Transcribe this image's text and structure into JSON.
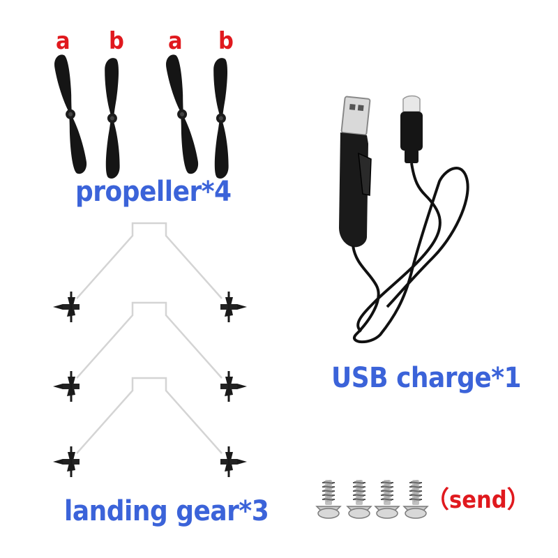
{
  "propellers": {
    "letters": [
      "a",
      "b",
      "a",
      "b"
    ],
    "caption": "propeller*4"
  },
  "usb": {
    "caption": "USB charge*1"
  },
  "landing_gear": {
    "caption": "landing gear*3"
  },
  "screws": {
    "caption": "（send）"
  },
  "colors": {
    "caption_blue": "#3b63d9",
    "label_red": "#e0191e",
    "part_black": "#111111"
  }
}
